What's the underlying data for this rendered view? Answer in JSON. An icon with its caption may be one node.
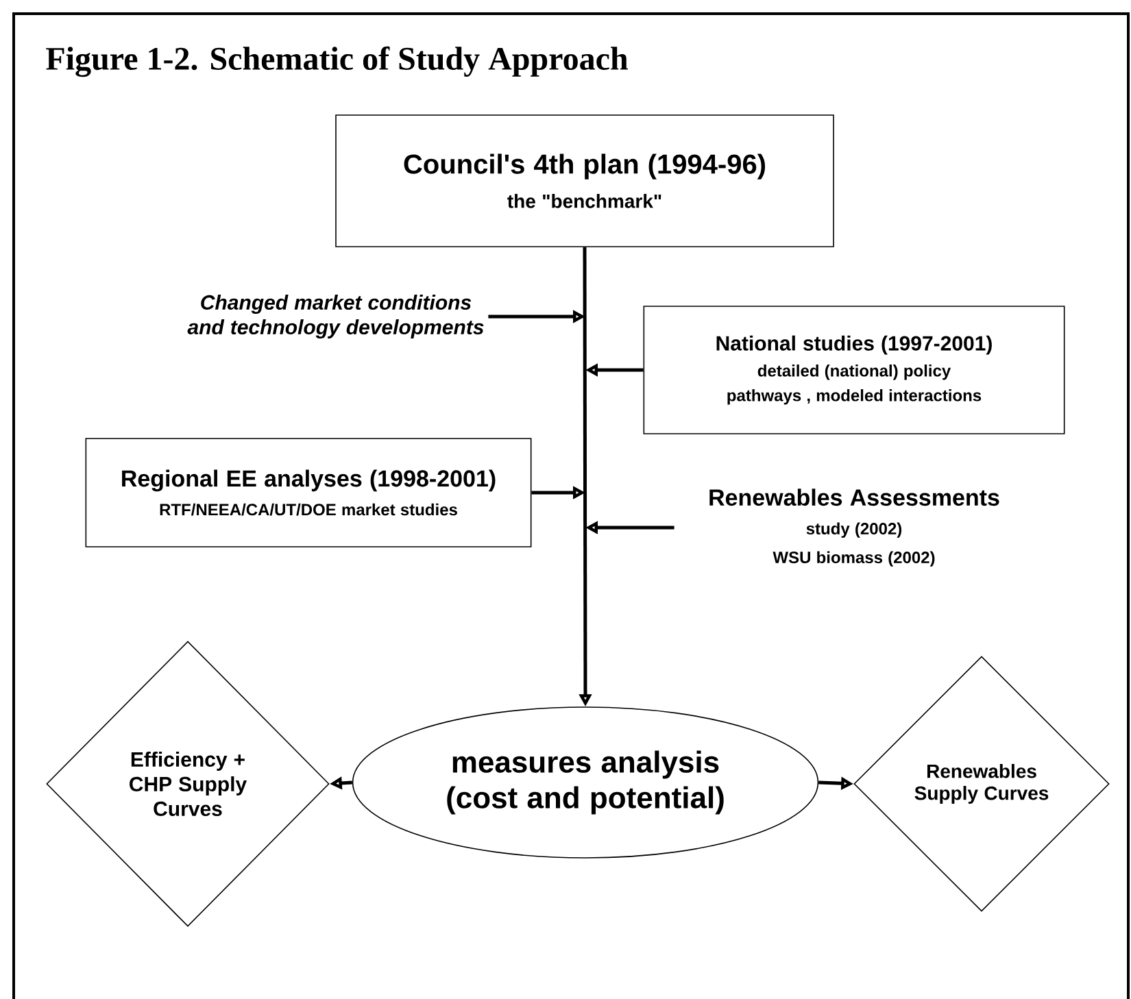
{
  "diagram": {
    "title": "Figure 1-2. Schematic of Study Approach",
    "nodes": [
      {
        "text": [
          "Council's 4th plan (1994-96)",
          "the \"benchmark\""
        ]
      },
      {
        "text": [
          "Changed market conditions and technology developments"
        ]
      },
      {
        "text": [
          "National studies (1997-2001)",
          "detailed (national) policy pathways , modeled interactions"
        ]
      },
      {
        "text": [
          "Regional EE analyses (1998-2001)",
          "RTF/NEEA/CA/UT/DOE market studies"
        ]
      },
      {
        "text": [
          "Renewables Assessments",
          "study (2002)",
          "WSU biomass (2002)"
        ]
      },
      {
        "text": [
          "Efficiency + CHP Supply Curves"
        ]
      },
      {
        "text": [
          "measures analysis (cost and potential)"
        ]
      },
      {
        "text": [
          "Renewables Supply Curves"
        ]
      }
    ],
    "edges": [
      {
        "from": 0,
        "to": 6,
        "arrow": "to"
      },
      {
        "from": 1,
        "to": null,
        "arrow": "to"
      },
      {
        "from": 2,
        "to": null,
        "arrow": "to"
      },
      {
        "from": 3,
        "to": null,
        "arrow": "to"
      },
      {
        "from": 4,
        "to": null,
        "arrow": "to"
      },
      {
        "from": 6,
        "to": 5,
        "arrow": "to"
      },
      {
        "from": 6,
        "to": 7,
        "arrow": "to"
      }
    ]
  }
}
